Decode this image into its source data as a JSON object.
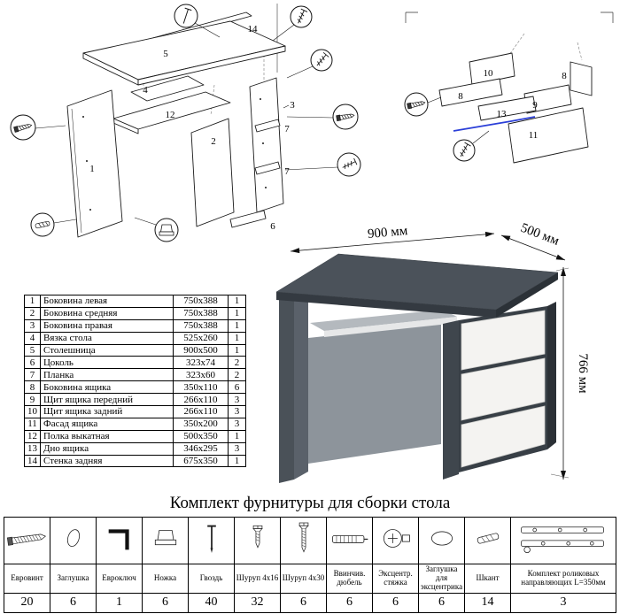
{
  "labels": {
    "main": {
      "p1": "1",
      "p2": "2",
      "p3": "3",
      "p4": "4",
      "p5": "5",
      "p6": "6",
      "p7": "7",
      "p12": "12",
      "p14": "14"
    },
    "drawer": {
      "p8": "8",
      "p9": "9",
      "p10": "10",
      "p11": "11",
      "p13": "13"
    }
  },
  "desk_render": {
    "dimensions": {
      "width": "900 мм",
      "depth": "500 мм",
      "height": "766 мм"
    },
    "colors": {
      "body": "#4b525a",
      "drawer": "#f4f3f1"
    }
  },
  "parts_table": {
    "rows": [
      {
        "num": "1",
        "name": "Боковина левая",
        "size": "750x388",
        "qty": "1"
      },
      {
        "num": "2",
        "name": "Боковина средняя",
        "size": "750x388",
        "qty": "1"
      },
      {
        "num": "3",
        "name": "Боковина правая",
        "size": "750x388",
        "qty": "1"
      },
      {
        "num": "4",
        "name": "Вязка стола",
        "size": "525x260",
        "qty": "1"
      },
      {
        "num": "5",
        "name": "Столешница",
        "size": "900x500",
        "qty": "1"
      },
      {
        "num": "6",
        "name": "Цоколь",
        "size": "323x74",
        "qty": "2"
      },
      {
        "num": "7",
        "name": "Планка",
        "size": "323x60",
        "qty": "2"
      },
      {
        "num": "8",
        "name": "Боковина ящика",
        "size": "350x110",
        "qty": "6"
      },
      {
        "num": "9",
        "name": "Щит ящика передний",
        "size": "266x110",
        "qty": "3"
      },
      {
        "num": "10",
        "name": "Щит ящика задний",
        "size": "266x110",
        "qty": "3"
      },
      {
        "num": "11",
        "name": "Фасад ящика",
        "size": "350x200",
        "qty": "3"
      },
      {
        "num": "12",
        "name": "Полка выкатная",
        "size": "500x350",
        "qty": "1"
      },
      {
        "num": "13",
        "name": "Дно ящика",
        "size": "346x295",
        "qty": "3"
      },
      {
        "num": "14",
        "name": "Стенка задняя",
        "size": "675x350",
        "qty": "1"
      }
    ]
  },
  "hardware": {
    "title": "Комплект фурнитуры для сборки стола",
    "items": [
      {
        "icon": "euro-screw-icon",
        "name": "Евровинт",
        "qty": "20"
      },
      {
        "icon": "plug-icon",
        "name": "Заглушка",
        "qty": "6"
      },
      {
        "icon": "hex-key-icon",
        "name": "Евроключ",
        "qty": "1"
      },
      {
        "icon": "leg-icon",
        "name": "Ножка",
        "qty": "6"
      },
      {
        "icon": "nail-icon",
        "name": "Гвоздь",
        "qty": "40"
      },
      {
        "icon": "screw-short-icon",
        "name": "Шуруп 4х16",
        "qty": "32"
      },
      {
        "icon": "screw-long-icon",
        "name": "Шуруп 4х30",
        "qty": "6"
      },
      {
        "icon": "dowel-screw-icon",
        "name": "Ввинчив. дюбель",
        "qty": "6"
      },
      {
        "icon": "cam-lock-icon",
        "name": "Эксцентр. стяжка",
        "qty": "6"
      },
      {
        "icon": "cam-cover-icon",
        "name": "Заглушка для эксцентрика",
        "qty": "6"
      },
      {
        "icon": "dowel-pin-icon",
        "name": "Шкант",
        "qty": "14"
      },
      {
        "icon": "roller-guides-icon",
        "name": "Комплект роликовых направляющих L=350мм",
        "qty": "3"
      }
    ]
  }
}
